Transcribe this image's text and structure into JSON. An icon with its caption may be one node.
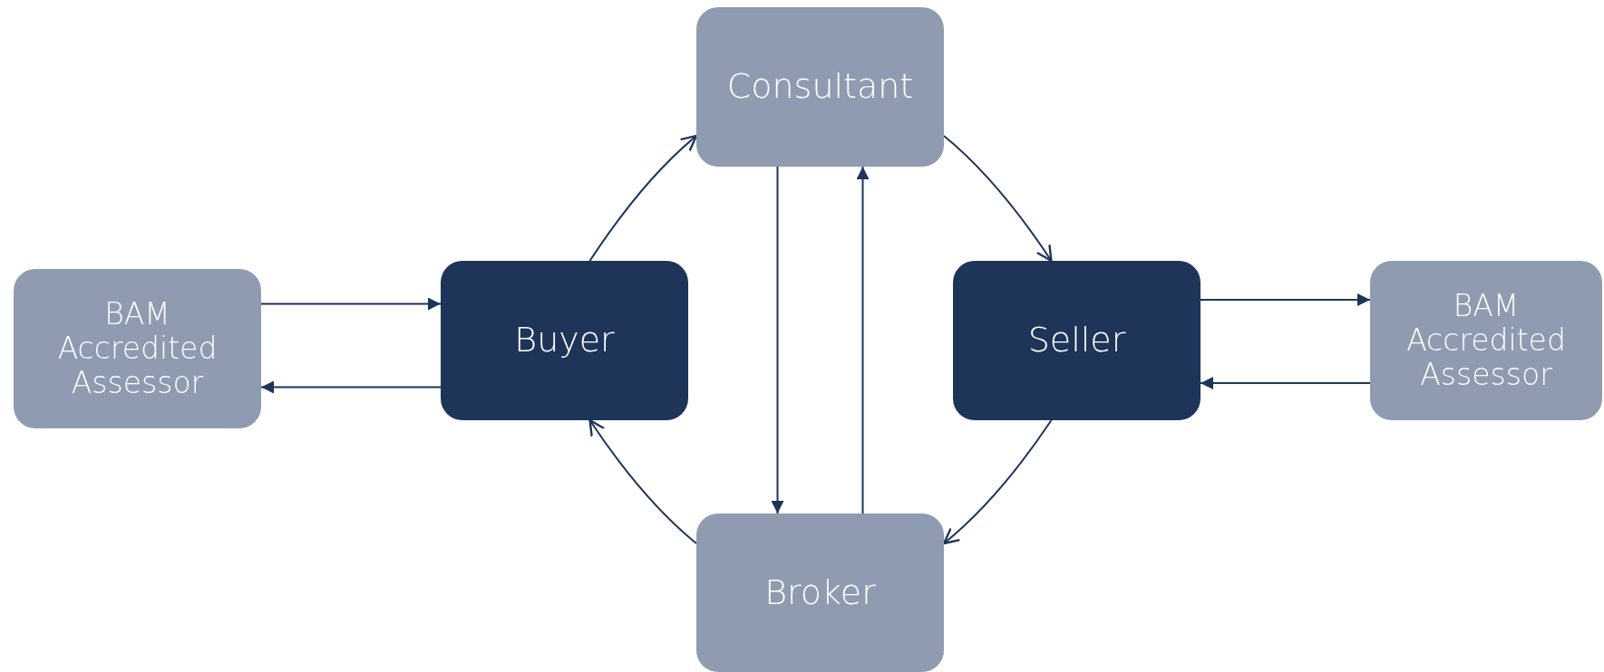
{
  "diagram": {
    "nodes": [
      {
        "text": [
          "Consultant"
        ]
      },
      {
        "text": [
          "BAM Accredited Assessor"
        ]
      },
      {
        "text": [
          "Buyer"
        ]
      },
      {
        "text": [
          "Seller"
        ]
      },
      {
        "text": [
          "BAM Accredited Assessor"
        ]
      },
      {
        "text": [
          "Broker"
        ]
      }
    ],
    "edges": [
      {
        "from": 2,
        "to": 0,
        "arrow": "to"
      },
      {
        "from": 0,
        "to": 3,
        "arrow": "to"
      },
      {
        "from": 3,
        "to": 5,
        "arrow": "to"
      },
      {
        "from": 5,
        "to": 2,
        "arrow": "to"
      },
      {
        "from": 0,
        "to": 5,
        "arrow": "to"
      },
      {
        "from": 5,
        "to": 0,
        "arrow": "to"
      },
      {
        "from": 1,
        "to": 2,
        "arrow": "to"
      },
      {
        "from": 2,
        "to": 1,
        "arrow": "to"
      },
      {
        "from": 3,
        "to": 4,
        "arrow": "to"
      },
      {
        "from": 4,
        "to": 3,
        "arrow": "to"
      }
    ]
  }
}
